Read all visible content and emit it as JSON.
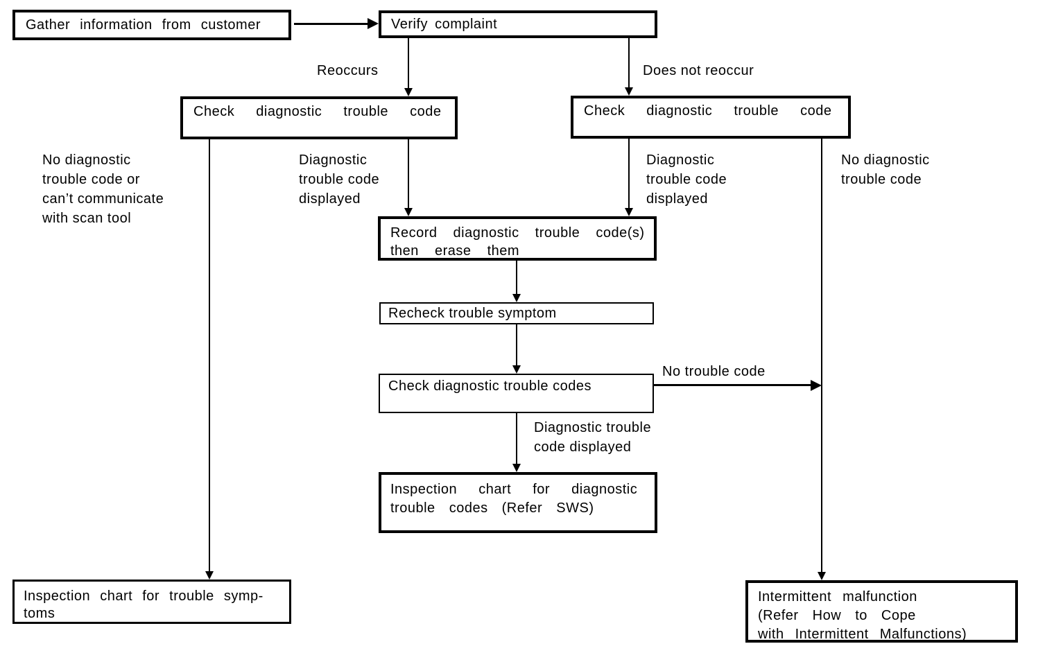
{
  "nodes": {
    "gather": "Gather information from customer",
    "verify": "Verify complaint",
    "check_left": "Check diagnostic trouble code",
    "check_right": "Check diagnostic trouble code",
    "record": [
      "Record diagnostic trouble code(s)",
      "then erase them"
    ],
    "recheck": "Recheck trouble symptom",
    "check_codes": "Check diagnostic trouble codes",
    "inspection_dtc": [
      "Inspection chart for diagnostic",
      "trouble codes (Refer SWS)"
    ],
    "inspection_symptoms": [
      "Inspection chart for trouble symp-",
      "toms"
    ],
    "intermittent": [
      "Intermittent malfunction",
      "(Refer How to Cope",
      "with Intermittent Malfunctions)"
    ]
  },
  "labels": {
    "reoccurs": "Reoccurs",
    "does_not_reoccur": "Does not reoccur",
    "no_dtc_or_cant_communicate": [
      "No diagnostic",
      "trouble code or",
      "can’t communicate",
      "with scan tool"
    ],
    "dtc_displayed_left": [
      "Diagnostic",
      "trouble code",
      "displayed"
    ],
    "dtc_displayed_right": [
      "Diagnostic",
      "trouble code",
      "displayed"
    ],
    "no_dtc_right": [
      "No diagnostic",
      "trouble code"
    ],
    "no_trouble_code": "No trouble code",
    "dtc_displayed_bottom": [
      "Diagnostic trouble",
      "code displayed"
    ]
  },
  "colors": {
    "background": "#ffffff",
    "stroke": "#000000",
    "text": "#000000"
  }
}
